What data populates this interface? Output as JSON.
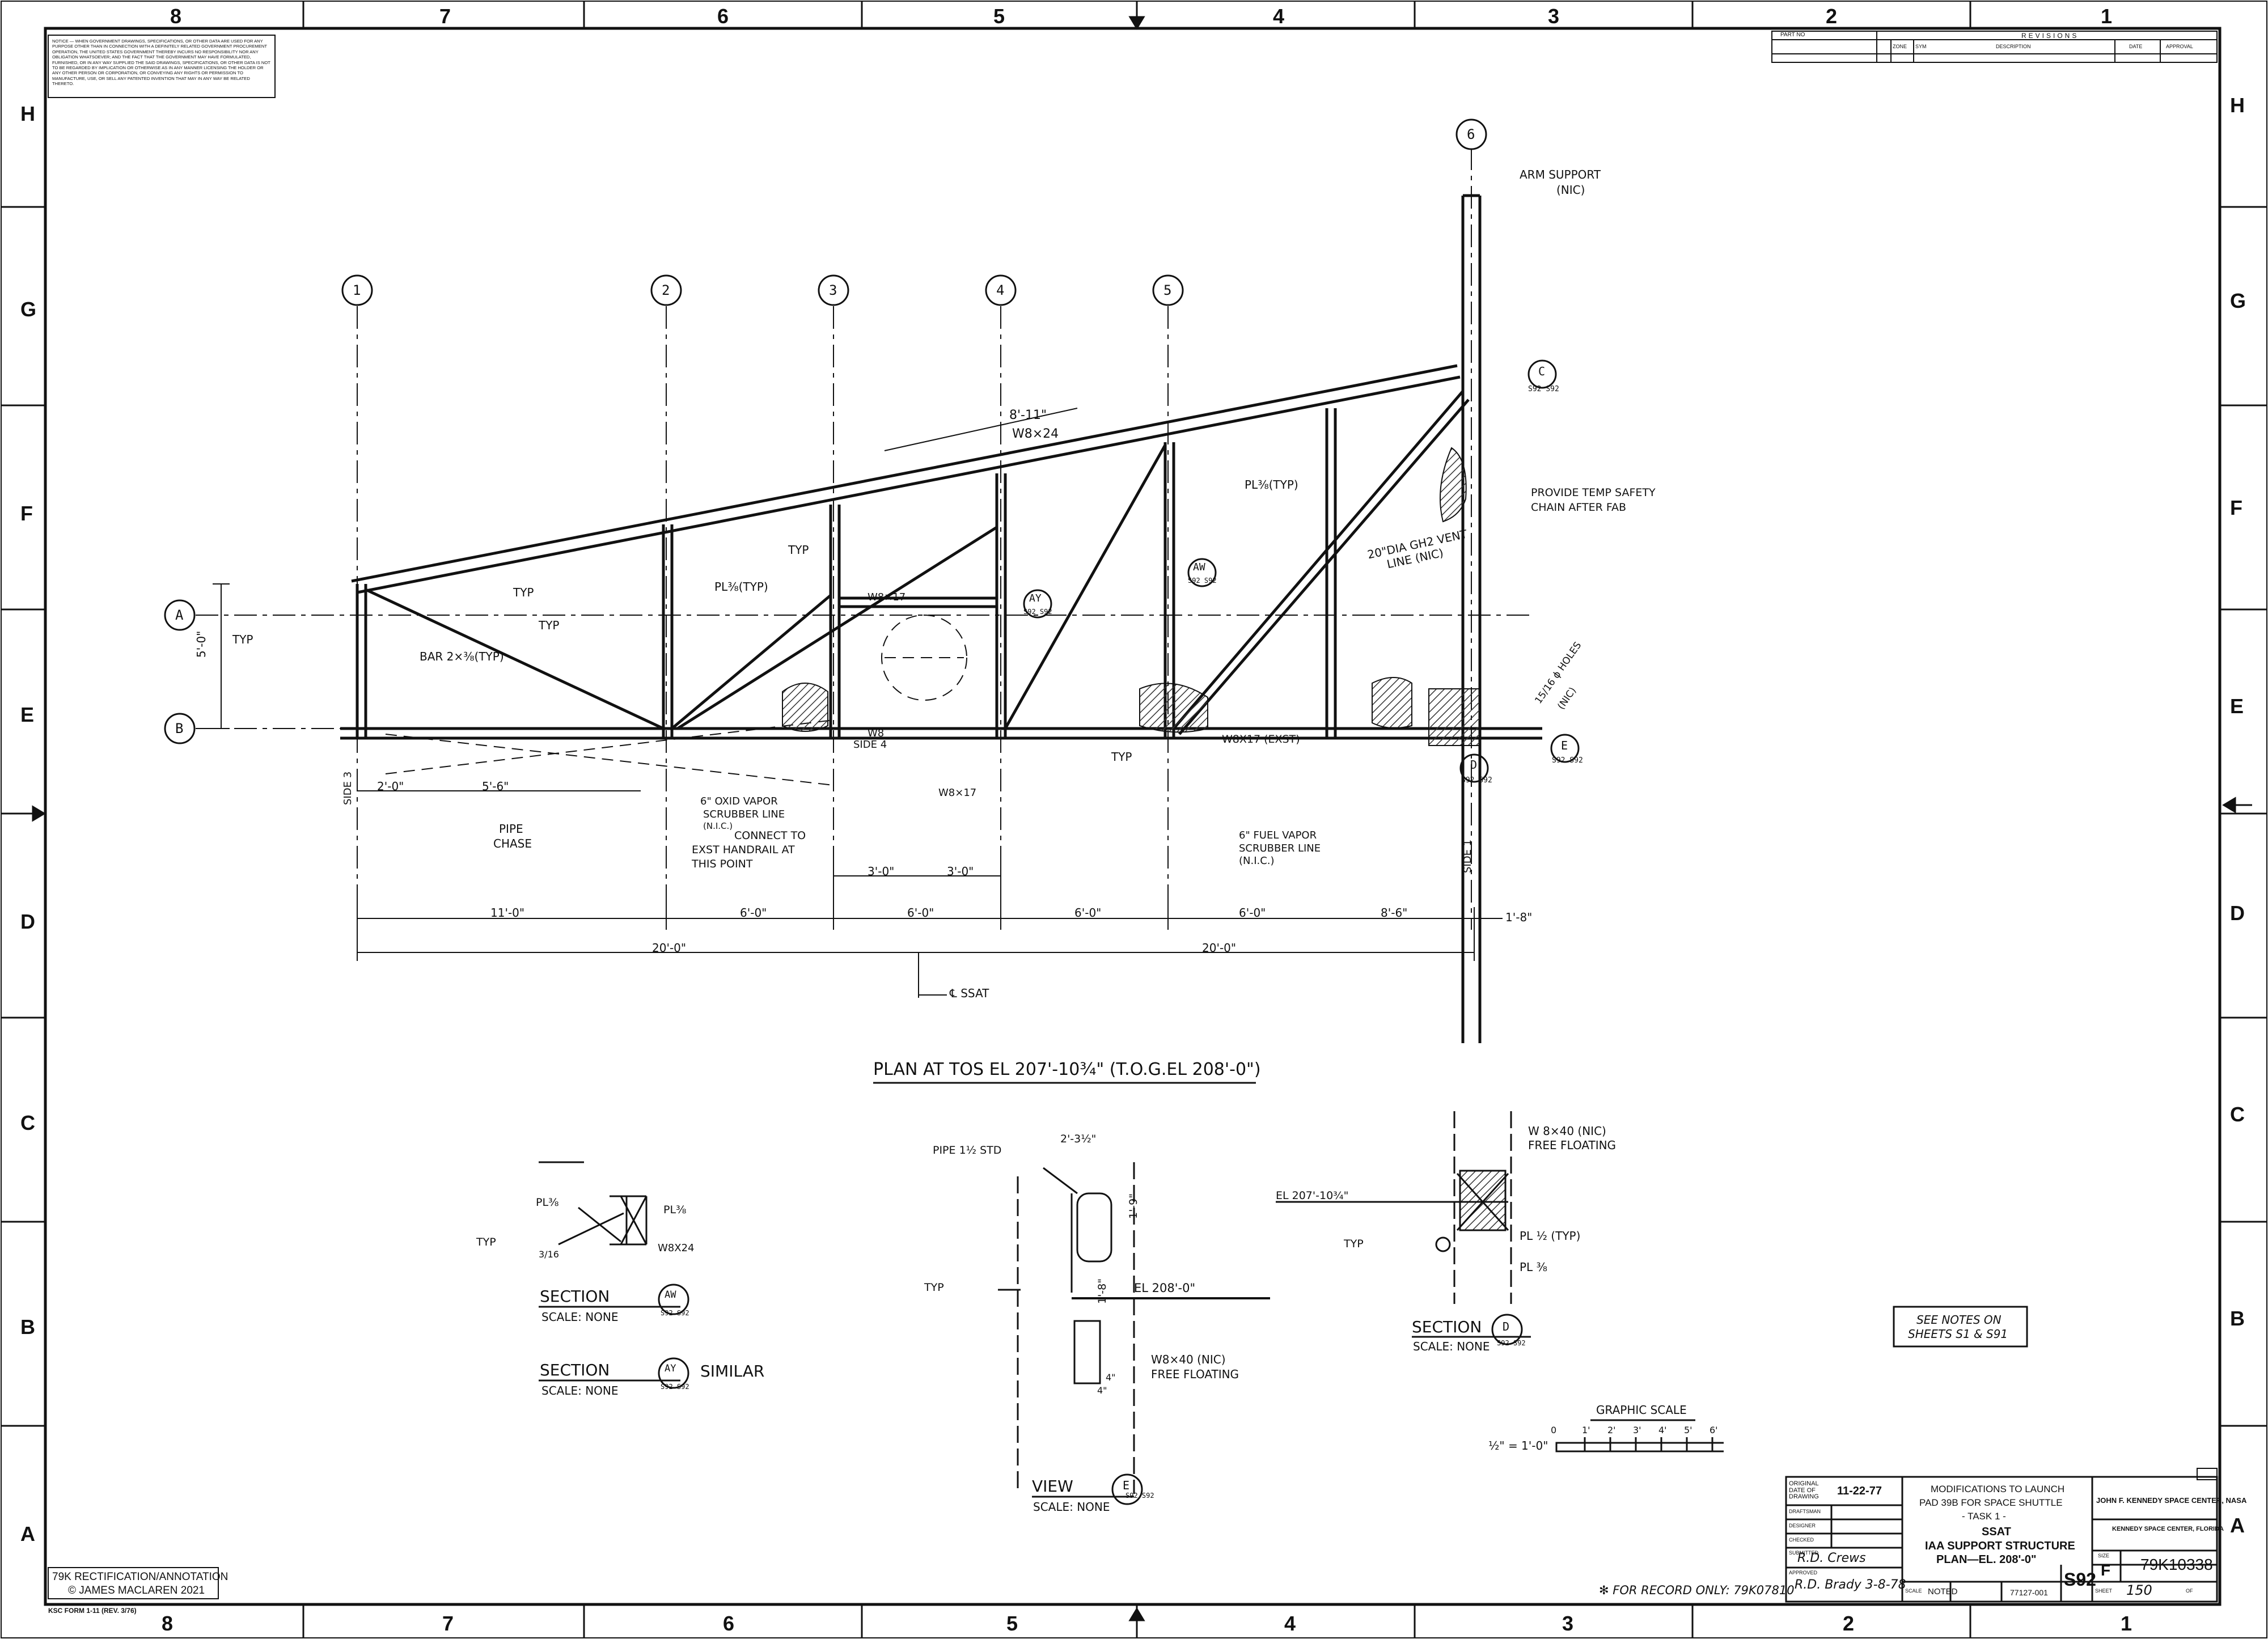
{
  "colors": {
    "ink": "#111111",
    "paper": "#ffffff",
    "hatch": "#333333"
  },
  "border": {
    "top_zones": [
      "8",
      "7",
      "6",
      "5",
      "4",
      "3",
      "2",
      "1"
    ],
    "side_zones": [
      "H",
      "G",
      "F",
      "E",
      "D",
      "C",
      "B",
      "A"
    ]
  },
  "notice_text": "NOTICE — WHEN GOVERNMENT DRAWINGS, SPECIFICATIONS, OR OTHER DATA ARE USED FOR ANY PURPOSE OTHER THAN IN CONNECTION WITH A DEFINITELY RELATED GOVERNMENT PROCUREMENT OPERATION, THE UNITED STATES GOVERNMENT THEREBY INCURS NO RESPONSIBILITY NOR ANY OBLIGATION WHATSOEVER; AND THE FACT THAT THE GOVERNMENT MAY HAVE FORMULATED, FURNISHED, OR IN ANY WAY SUPPLIED THE SAID DRAWINGS, SPECIFICATIONS, OR OTHER DATA IS NOT TO BE REGARDED BY IMPLICATION OR OTHERWISE AS IN ANY MANNER LICENSING THE HOLDER OR ANY OTHER PERSON OR CORPORATION, OR CONVEYING ANY RIGHTS OR PERMISSION TO MANUFACTURE, USE, OR SELL ANY PATENTED INVENTION THAT MAY IN ANY WAY BE RELATED THERETO.",
  "revisions": {
    "part_no": "PART NO",
    "title": "REVISIONS",
    "cols": [
      "ZONE",
      "SYM",
      "DESCRIPTION",
      "DATE",
      "APPROVAL"
    ]
  },
  "grid_bubbles": [
    "1",
    "2",
    "3",
    "4",
    "5",
    "6",
    "A",
    "B"
  ],
  "plan": {
    "title": "PLAN AT TOS EL 207'-10¾\" (T.O.G.EL 208'-0\")",
    "labels": {
      "arm_support": "ARM SUPPORT",
      "arm_support_nic": "(NIC)",
      "provide_temp": "PROVIDE TEMP SAFETY",
      "chain_after_fab": "CHAIN AFTER FAB",
      "w8x24_top": "W8×24",
      "dim_8_11": "8'-11\"",
      "typ": "TYP",
      "pl_typ": "PL⅜(TYP)",
      "bar": "BAR 2×⅜(TYP)",
      "w8x17": "W8×17",
      "w8": "W8",
      "side4": "SIDE 4",
      "side3": "SIDE 3",
      "side1": "SIDE 1",
      "w8x17_ext": "W8X17 (EXST)",
      "pipe_chase_1": "PIPE",
      "pipe_chase_2": "CHASE",
      "oxid_1": "6\" OXID VAPOR",
      "oxid_2": "SCRUBBER LINE",
      "oxid_3": "(N.I.C.)",
      "connect_1": "CONNECT TO",
      "connect_2": "EXST HANDRAIL AT",
      "connect_3": "THIS POINT",
      "fuel_1": "6\" FUEL VAPOR",
      "fuel_2": "SCRUBBER LINE",
      "fuel_3": "(N.I.C.)",
      "vent_1": "20\"DIA GH2 VENT",
      "vent_2": "LINE (NIC)",
      "holes_1": "15/16 ϕ HOLES",
      "holes_2": "(NIC)",
      "ssat": "℄ SSAT",
      "dim_5_0": "5'-0\"",
      "dim_2_0": "2'-0\"",
      "dim_5_6": "5'-6\"",
      "dim_3_0a": "3'-0\"",
      "dim_3_0b": "3'-0\"",
      "dim_11_0": "11'-0\"",
      "dim_6_0a": "6'-0\"",
      "dim_6_0b": "6'-0\"",
      "dim_6_0c": "6'-0\"",
      "dim_6_0d": "6'-0\"",
      "dim_8_6": "8'-6\"",
      "dim_1_8": "1'-8\"",
      "dim_20_0a": "20'-0\"",
      "dim_20_0b": "20'-0\"",
      "ay": "AY",
      "aw": "AW",
      "c": "C",
      "d": "D",
      "e": "E",
      "s92": "S92 S92"
    }
  },
  "section_aw": {
    "title": "SECTION",
    "tag": "AW",
    "ref": "S92 S92",
    "scale": "SCALE: NONE",
    "pl_a": "PL⅜",
    "pl_b": "PL⅜",
    "w": "W8X24",
    "typ": "TYP",
    "frac": "3/16"
  },
  "section_ay": {
    "title": "SECTION",
    "tag": "AY",
    "ref": "S92 S92",
    "scale": "SCALE: NONE",
    "note": "SIMILAR"
  },
  "view_e": {
    "title": "VIEW",
    "tag": "E",
    "ref": "S92 S92",
    "scale": "SCALE: NONE",
    "pipe": "PIPE 1½ STD",
    "dim_a": "2'-3½\"",
    "dim_b": "1'-9\"",
    "dim_c": "1'-8\"",
    "el": "EL 208'-0\"",
    "w": "W8×40 (NIC)",
    "ff": "FREE FLOATING",
    "typ": "TYP",
    "d4a": "4\"",
    "d4b": "4\""
  },
  "section_d": {
    "title": "SECTION",
    "tag": "D",
    "ref": "S92 S92",
    "scale": "SCALE: NONE",
    "el": "EL 207'-10¾\"",
    "w": "W 8×40 (NIC)",
    "ff": "FREE FLOATING",
    "pl_typ": "PL ½ (TYP)",
    "pl": "PL ⅜",
    "typ": "TYP"
  },
  "notes_box": {
    "l1": "SEE NOTES ON",
    "l2": "SHEETS S1 & S91"
  },
  "graphic_scale": {
    "title": "GRAPHIC SCALE",
    "ratio": "½\" = 1'-0\"",
    "ticks": [
      "0",
      "1'",
      "2'",
      "3'",
      "4'",
      "5'",
      "6'"
    ]
  },
  "record_note": "✻ FOR RECORD ONLY: 79K07810",
  "title_block": {
    "orig_date_label": "ORIGINAL DATE OF DRAWING",
    "orig_date": "11-22-77",
    "rows": [
      "DRAFTSMAN",
      "DESIGNER",
      "CHECKED",
      "SUBMITTED",
      "APPROVED"
    ],
    "mod_1": "MODIFICATIONS TO LAUNCH",
    "mod_2": "PAD 39B FOR SPACE SHUTTLE",
    "task": "- TASK 1 -",
    "ssat": "SSAT",
    "iaa": "IAA SUPPORT STRUCTURE",
    "plan_el": "PLAN—EL. 208'-0\"",
    "ksc_1": "JOHN F. KENNEDY SPACE CENTER, NASA",
    "ksc_2": "KENNEDY SPACE CENTER, FLORIDA",
    "sheet_id": "S92",
    "size_label": "SIZE",
    "size": "F",
    "dwg_no": "79K10338",
    "scale_label": "SCALE",
    "scale": "NOTED",
    "date_code": "77127-001",
    "sheet_label": "SHEET",
    "sheet_no": "150",
    "of": "OF",
    "sig_1": "R.D. Crews",
    "sig_2": "R.D. Brady 3-8-78"
  },
  "rectification": {
    "l1": "79K RECTIFICATION/ANNOTATION",
    "l2": "© JAMES MACLAREN 2021"
  },
  "form_no": "KSC FORM 1-11 (REV. 3/76)"
}
